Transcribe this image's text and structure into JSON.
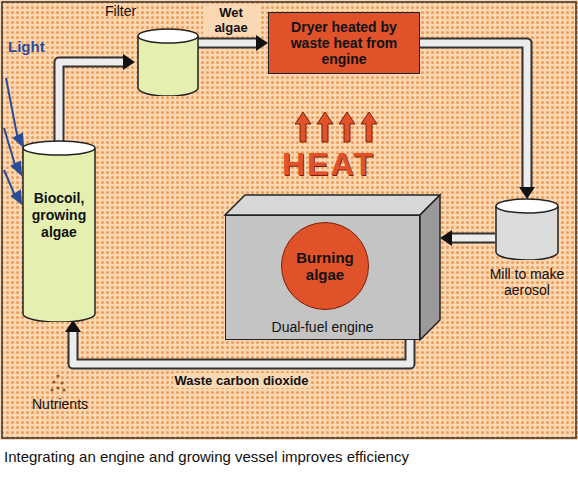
{
  "diagram": {
    "caption": "Integrating an engine and growing vessel improves efficiency",
    "nodes": [
      {
        "text": [
          "Filter"
        ]
      },
      {
        "text": [
          "Dryer heated by waste heat from engine"
        ]
      },
      {
        "text": [
          "Biocoil, growing algae"
        ]
      },
      {
        "text": [
          "Dual-fuel engine"
        ]
      },
      {
        "text": [
          "Burning algae"
        ],
        "in": 3
      },
      {
        "text": [
          "Mill to make aerosol"
        ]
      }
    ],
    "edges": [
      {
        "from": 2,
        "to": 0,
        "arrow": "to"
      },
      {
        "from": 0,
        "to": 1,
        "label": "Wet algae",
        "arrow": "to"
      },
      {
        "from": 1,
        "to": 5,
        "arrow": "to"
      },
      {
        "from": 5,
        "to": 3,
        "arrow": "to"
      },
      {
        "from": 3,
        "to": 2,
        "label": "Waste carbon dioxide",
        "arrow": "to"
      }
    ],
    "labels": [
      "Light",
      "HEAT",
      "Nutrients"
    ]
  }
}
